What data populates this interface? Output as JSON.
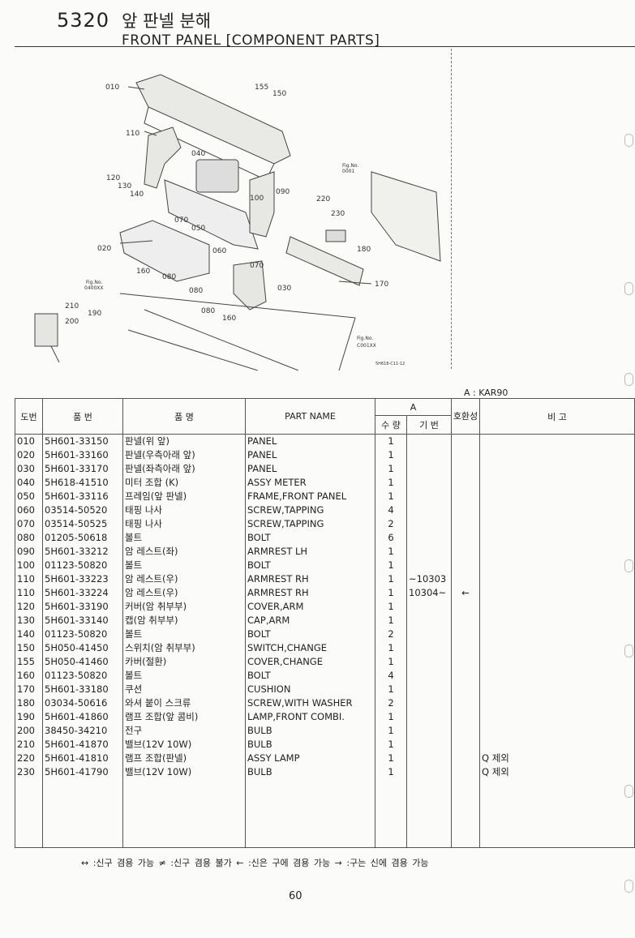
{
  "header": {
    "code": "5320",
    "title_ko": "앞 판넬 분해",
    "title_en": "FRONT PANEL [COMPONENT PARTS]"
  },
  "figure": {
    "callouts": [
      "010",
      "155",
      "150",
      "110",
      "040",
      "120",
      "130",
      "140",
      "100",
      "090",
      "220",
      "230",
      "070",
      "050",
      "060",
      "020",
      "180",
      "160",
      "080",
      "070",
      "030",
      "170",
      "210",
      "190",
      "200",
      "080",
      "160"
    ],
    "fig_refs": [
      "Fig.No. 0001",
      "Fig.No. 0400XX",
      "Fig.No. C001XX"
    ],
    "drawing_code": "5H618-C11-12"
  },
  "model_label": "A : KAR90",
  "table": {
    "headers": {
      "no": "도번",
      "part_no": "품 번",
      "name_ko": "품 명",
      "name_en": "PART NAME",
      "group_a": "A",
      "qty": "수 량",
      "serial": "기 번",
      "exchange": "호환성",
      "remarks": "비 고"
    },
    "rows": [
      {
        "no": "010",
        "part_no": "5H601-33150",
        "name_ko": "판넬(위 앞)",
        "name_en": "PANEL",
        "qty": "1",
        "serial": "",
        "exchange": "",
        "remarks": ""
      },
      {
        "no": "020",
        "part_no": "5H601-33160",
        "name_ko": "판넬(우측아래 앞)",
        "name_en": "PANEL",
        "qty": "1",
        "serial": "",
        "exchange": "",
        "remarks": ""
      },
      {
        "no": "030",
        "part_no": "5H601-33170",
        "name_ko": "판넬(좌측아래 앞)",
        "name_en": "PANEL",
        "qty": "1",
        "serial": "",
        "exchange": "",
        "remarks": ""
      },
      {
        "no": "040",
        "part_no": "5H618-41510",
        "name_ko": "미터 조합 (K)",
        "name_en": "ASSY METER",
        "qty": "1",
        "serial": "",
        "exchange": "",
        "remarks": ""
      },
      {
        "no": "050",
        "part_no": "5H601-33116",
        "name_ko": "프레임(앞 판넬)",
        "name_en": "FRAME,FRONT PANEL",
        "qty": "1",
        "serial": "",
        "exchange": "",
        "remarks": ""
      },
      {
        "no": "060",
        "part_no": "03514-50520",
        "name_ko": "태핑 나사",
        "name_en": "SCREW,TAPPING",
        "qty": "4",
        "serial": "",
        "exchange": "",
        "remarks": ""
      },
      {
        "no": "070",
        "part_no": "03514-50525",
        "name_ko": "태핑 나사",
        "name_en": "SCREW,TAPPING",
        "qty": "2",
        "serial": "",
        "exchange": "",
        "remarks": ""
      },
      {
        "no": "080",
        "part_no": "01205-50618",
        "name_ko": "볼트",
        "name_en": "BOLT",
        "qty": "6",
        "serial": "",
        "exchange": "",
        "remarks": ""
      },
      {
        "no": "090",
        "part_no": "5H601-33212",
        "name_ko": "암 레스트(좌)",
        "name_en": "ARMREST LH",
        "qty": "1",
        "serial": "",
        "exchange": "",
        "remarks": ""
      },
      {
        "no": "100",
        "part_no": "01123-50820",
        "name_ko": "볼트",
        "name_en": "BOLT",
        "qty": "1",
        "serial": "",
        "exchange": "",
        "remarks": ""
      },
      {
        "no": "110",
        "part_no": "5H601-33223",
        "name_ko": "암 레스트(우)",
        "name_en": "ARMREST RH",
        "qty": "1",
        "serial": "~10303",
        "exchange": "",
        "remarks": ""
      },
      {
        "no": "110",
        "part_no": "5H601-33224",
        "name_ko": "암 레스트(우)",
        "name_en": "ARMREST RH",
        "qty": "1",
        "serial": "10304~",
        "exchange": "←",
        "remarks": ""
      },
      {
        "no": "120",
        "part_no": "5H601-33190",
        "name_ko": "커버(암 취부부)",
        "name_en": "COVER,ARM",
        "qty": "1",
        "serial": "",
        "exchange": "",
        "remarks": ""
      },
      {
        "no": "130",
        "part_no": "5H601-33140",
        "name_ko": "캡(암 취부부)",
        "name_en": "CAP,ARM",
        "qty": "1",
        "serial": "",
        "exchange": "",
        "remarks": ""
      },
      {
        "no": "140",
        "part_no": "01123-50820",
        "name_ko": "볼트",
        "name_en": "BOLT",
        "qty": "2",
        "serial": "",
        "exchange": "",
        "remarks": ""
      },
      {
        "no": "150",
        "part_no": "5H050-41450",
        "name_ko": "스위치(암 취부부)",
        "name_en": "SWITCH,CHANGE",
        "qty": "1",
        "serial": "",
        "exchange": "",
        "remarks": ""
      },
      {
        "no": "155",
        "part_no": "5H050-41460",
        "name_ko": "카버(절환)",
        "name_en": "COVER,CHANGE",
        "qty": "1",
        "serial": "",
        "exchange": "",
        "remarks": ""
      },
      {
        "no": "160",
        "part_no": "01123-50820",
        "name_ko": "볼트",
        "name_en": "BOLT",
        "qty": "4",
        "serial": "",
        "exchange": "",
        "remarks": ""
      },
      {
        "no": "170",
        "part_no": "5H601-33180",
        "name_ko": "쿠션",
        "name_en": "CUSHION",
        "qty": "1",
        "serial": "",
        "exchange": "",
        "remarks": ""
      },
      {
        "no": "180",
        "part_no": "03034-50616",
        "name_ko": "와셔 붙이 스크류",
        "name_en": "SCREW,WITH WASHER",
        "qty": "2",
        "serial": "",
        "exchange": "",
        "remarks": ""
      },
      {
        "no": "190",
        "part_no": "5H601-41860",
        "name_ko": "램프 조합(앞 콤비)",
        "name_en": "LAMP,FRONT COMBI.",
        "qty": "1",
        "serial": "",
        "exchange": "",
        "remarks": ""
      },
      {
        "no": "200",
        "part_no": "38450-34210",
        "name_ko": "전구",
        "name_en": "BULB",
        "qty": "1",
        "serial": "",
        "exchange": "",
        "remarks": ""
      },
      {
        "no": "210",
        "part_no": "5H601-41870",
        "name_ko": "밸브(12V 10W)",
        "name_en": "BULB",
        "qty": "1",
        "serial": "",
        "exchange": "",
        "remarks": ""
      },
      {
        "no": "220",
        "part_no": "5H601-41810",
        "name_ko": "램프 조합(판넬)",
        "name_en": "ASSY LAMP",
        "qty": "1",
        "serial": "",
        "exchange": "",
        "remarks": "Q 제외"
      },
      {
        "no": "230",
        "part_no": "5H601-41790",
        "name_ko": "밸브(12V 10W)",
        "name_en": "BULB",
        "qty": "1",
        "serial": "",
        "exchange": "",
        "remarks": "Q 제외"
      }
    ]
  },
  "legend": "↔ :신구 겸용 가능    ≠ :신구 겸용 불가    ← :신은 구에 겸용 가능    → :구는 신에 겸용 가능",
  "page_number": "60"
}
